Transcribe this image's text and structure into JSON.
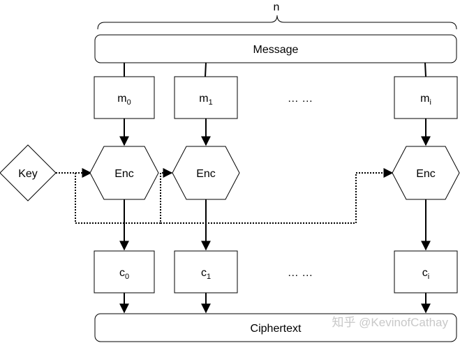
{
  "diagram": {
    "n_label": "n",
    "message_label": "Message",
    "ciphertext_label": "Ciphertext",
    "key_label": "Key",
    "enc_label": "Enc",
    "ellipsis": "… …",
    "message_blocks": [
      {
        "base": "m",
        "sub": "0"
      },
      {
        "base": "m",
        "sub": "1"
      },
      {
        "base": "m",
        "sub": "i"
      }
    ],
    "cipher_blocks": [
      {
        "base": "c",
        "sub": "0"
      },
      {
        "base": "c",
        "sub": "1"
      },
      {
        "base": "c",
        "sub": "i"
      }
    ],
    "watermark": "知乎 @KevinofCathay"
  }
}
